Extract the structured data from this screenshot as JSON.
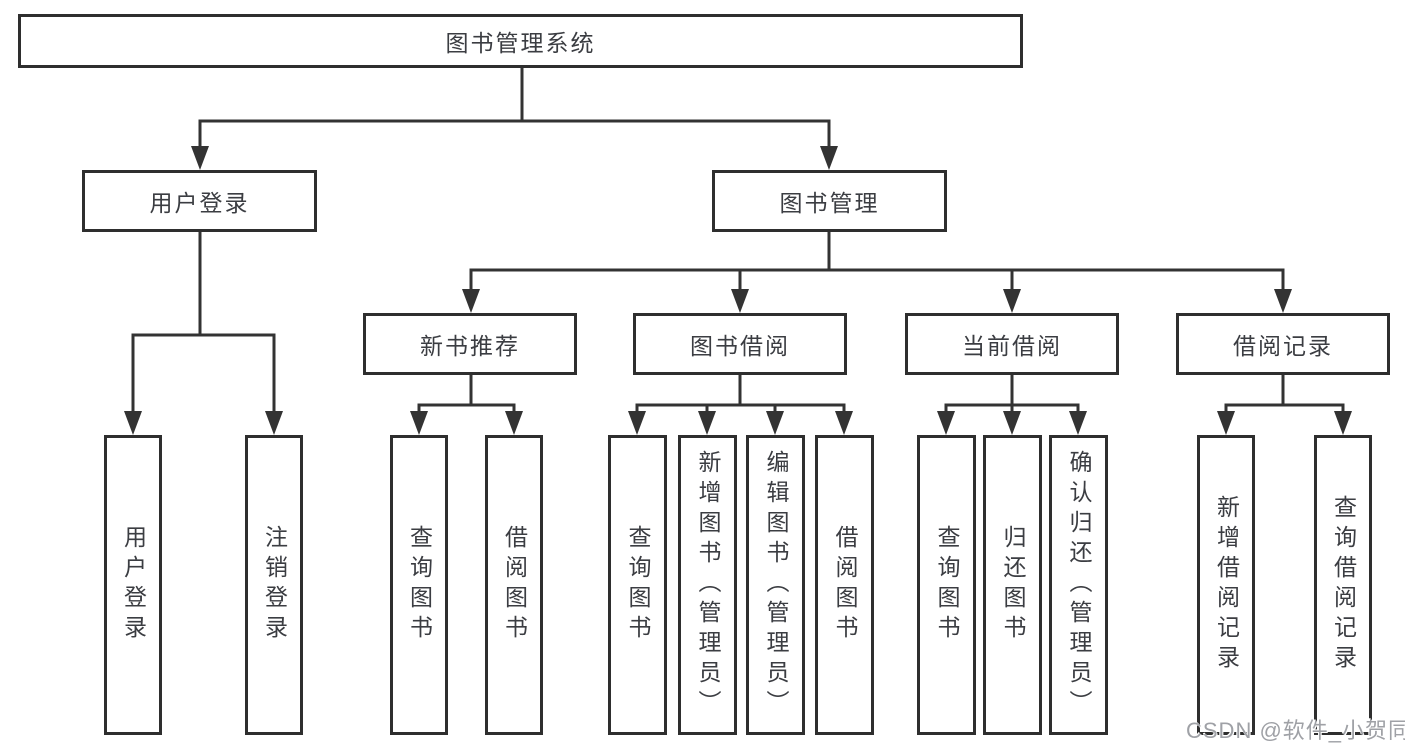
{
  "diagram": {
    "title": "图书管理系统",
    "level2": [
      {
        "label": "用户登录",
        "children": [
          {
            "label": "用户登录"
          },
          {
            "label": "注销登录"
          }
        ]
      },
      {
        "label": "图书管理",
        "sections": [
          {
            "label": "新书推荐",
            "children": [
              {
                "label": "查询图书"
              },
              {
                "label": "借阅图书"
              }
            ]
          },
          {
            "label": "图书借阅",
            "children": [
              {
                "label": "查询图书"
              },
              {
                "label": "新增图书（管理员）"
              },
              {
                "label": "编辑图书（管理员）"
              },
              {
                "label": "借阅图书"
              }
            ]
          },
          {
            "label": "当前借阅",
            "children": [
              {
                "label": "查询图书"
              },
              {
                "label": "归还图书"
              },
              {
                "label": "确认归还（管理员）"
              }
            ]
          },
          {
            "label": "借阅记录",
            "children": [
              {
                "label": "新增借阅记录"
              },
              {
                "label": "查询借阅记录"
              }
            ]
          }
        ]
      }
    ]
  },
  "watermark": {
    "text": "CSDN @软件_小贺同学"
  },
  "colors": {
    "line": "#333333",
    "box_border": "#2e2e2e",
    "text": "#3b3d42",
    "watermark": "#9fa1a6",
    "background": "#ffffff"
  }
}
